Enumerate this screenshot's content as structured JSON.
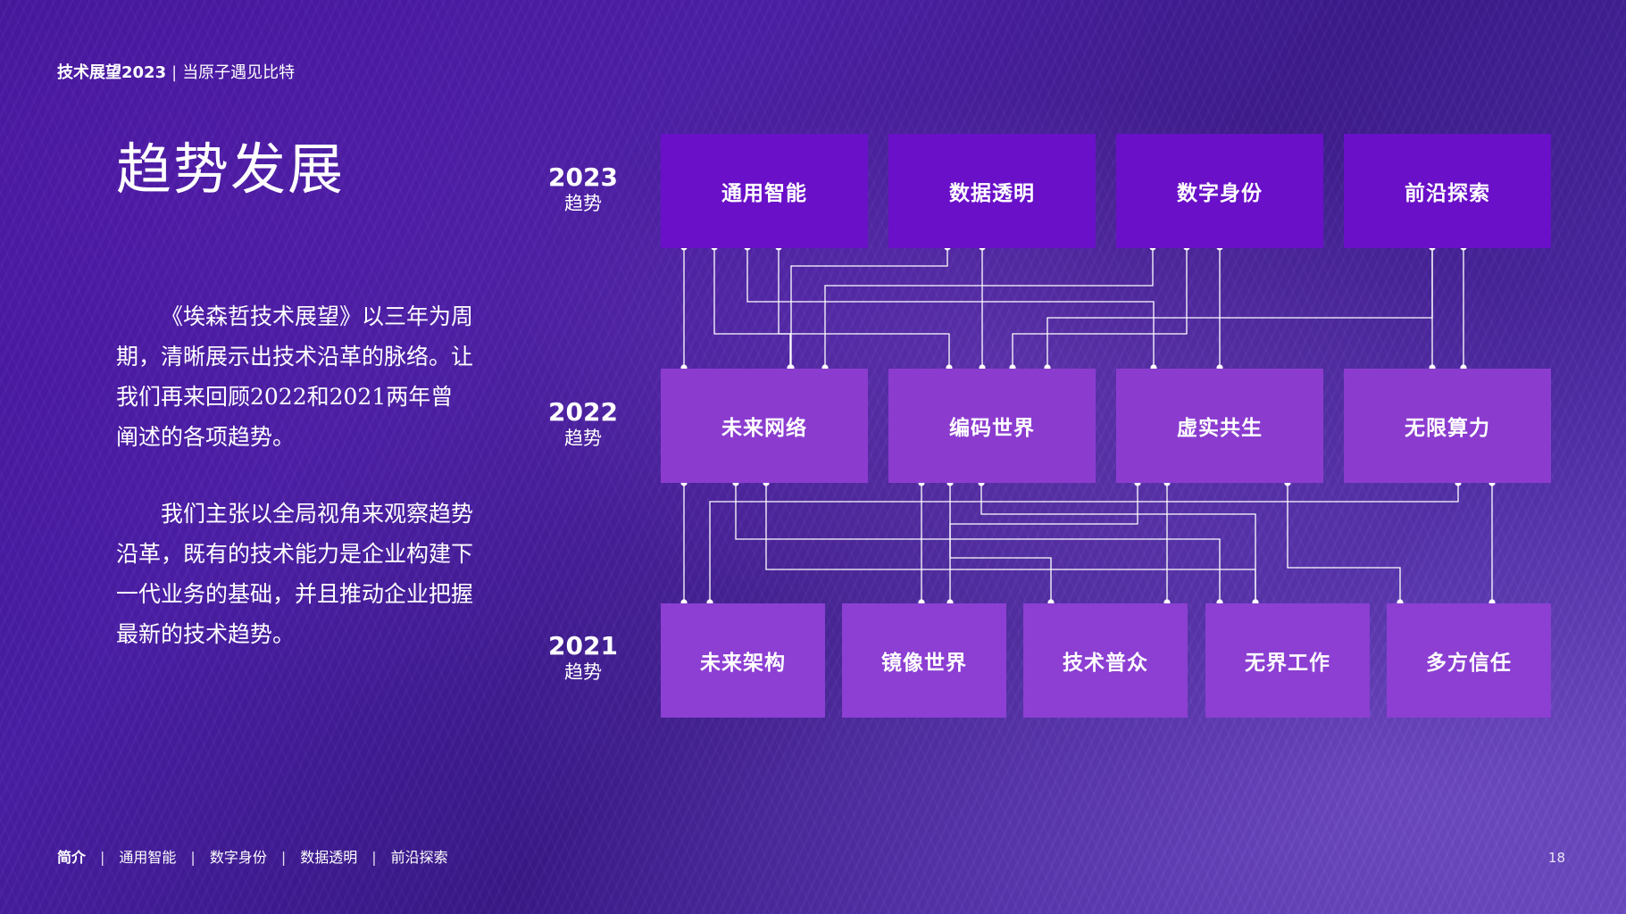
{
  "header": {
    "brand": "技术展望2023",
    "separator": "|",
    "subtitle": "当原子遇见比特"
  },
  "title": "趋势发展",
  "paragraphs": [
    "《埃森哲技术展望》以三年为周期，清晰展示出技术沿革的脉络。让我们再来回顾2022和2021两年曾阐述的各项趋势。",
    "我们主张以全局视角来观察趋势沿革，既有的技术能力是企业构建下一代业务的基础，并且推动企业把握最新的技术趋势。"
  ],
  "diagram": {
    "rows": [
      {
        "year": "2023",
        "label": "趋势",
        "boxes": [
          "通用智能",
          "数据透明",
          "数字身份",
          "前沿探索"
        ]
      },
      {
        "year": "2022",
        "label": "趋势",
        "boxes": [
          "未来网络",
          "编码世界",
          "虚实共生",
          "无限算力"
        ]
      },
      {
        "year": "2021",
        "label": "趋势",
        "boxes": [
          "未来架构",
          "镜像世界",
          "技术普众",
          "无界工作",
          "多方信任"
        ]
      }
    ],
    "colors": {
      "row_2023": "#6a10c8",
      "row_2022": "#8b3ccf",
      "row_2021": "#8c3fd2",
      "connector": "#ffffff"
    }
  },
  "footer": {
    "nav": [
      "简介",
      "通用智能",
      "数字身份",
      "数据透明",
      "前沿探索"
    ],
    "active_index": 0,
    "separator": "|",
    "page_number": "18"
  }
}
